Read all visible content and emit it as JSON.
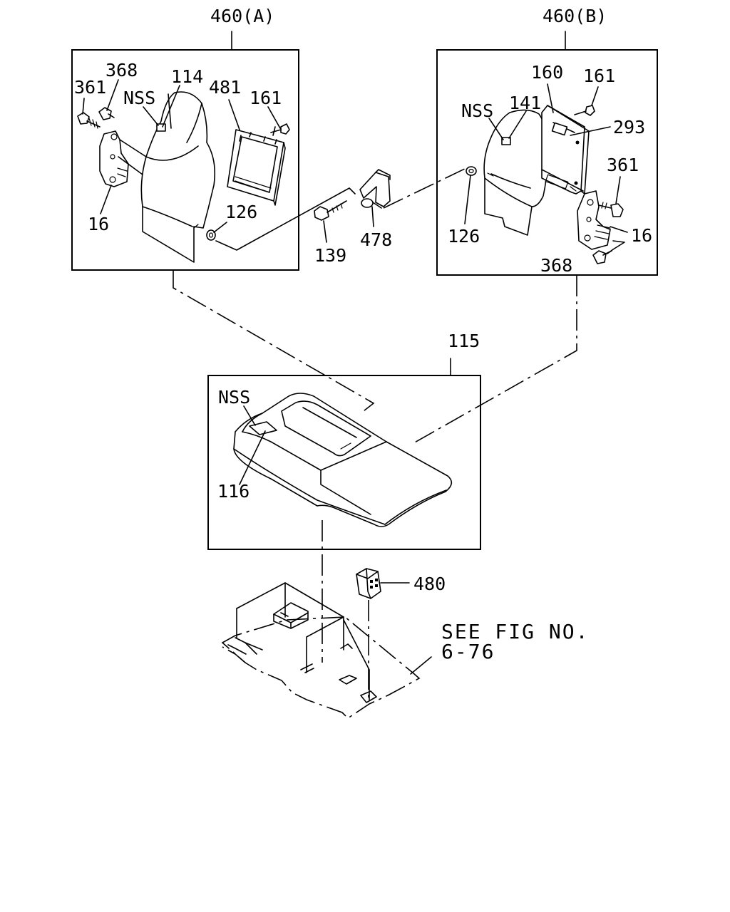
{
  "callouts": {
    "assembly_a": "460(A)",
    "assembly_b": "460(B)",
    "p368_a": "368",
    "p361_a": "361",
    "nss_a": "NSS",
    "p114": "114",
    "p481": "481",
    "p161_a": "161",
    "p16_a": "16",
    "p126_a": "126",
    "p139": "139",
    "p478": "478",
    "p160": "160",
    "p161_b": "161",
    "nss_b": "NSS",
    "p141": "141",
    "p293": "293",
    "p361_b": "361",
    "p126_b": "126",
    "p16_b": "16",
    "p368_b": "368",
    "p115": "115",
    "nss_c": "NSS",
    "p116": "116",
    "p480": "480",
    "see_fig_line1": "SEE FIG NO.",
    "see_fig_line2": "6-76"
  },
  "colors": {
    "ink": "#000000",
    "paper": "#ffffff"
  }
}
